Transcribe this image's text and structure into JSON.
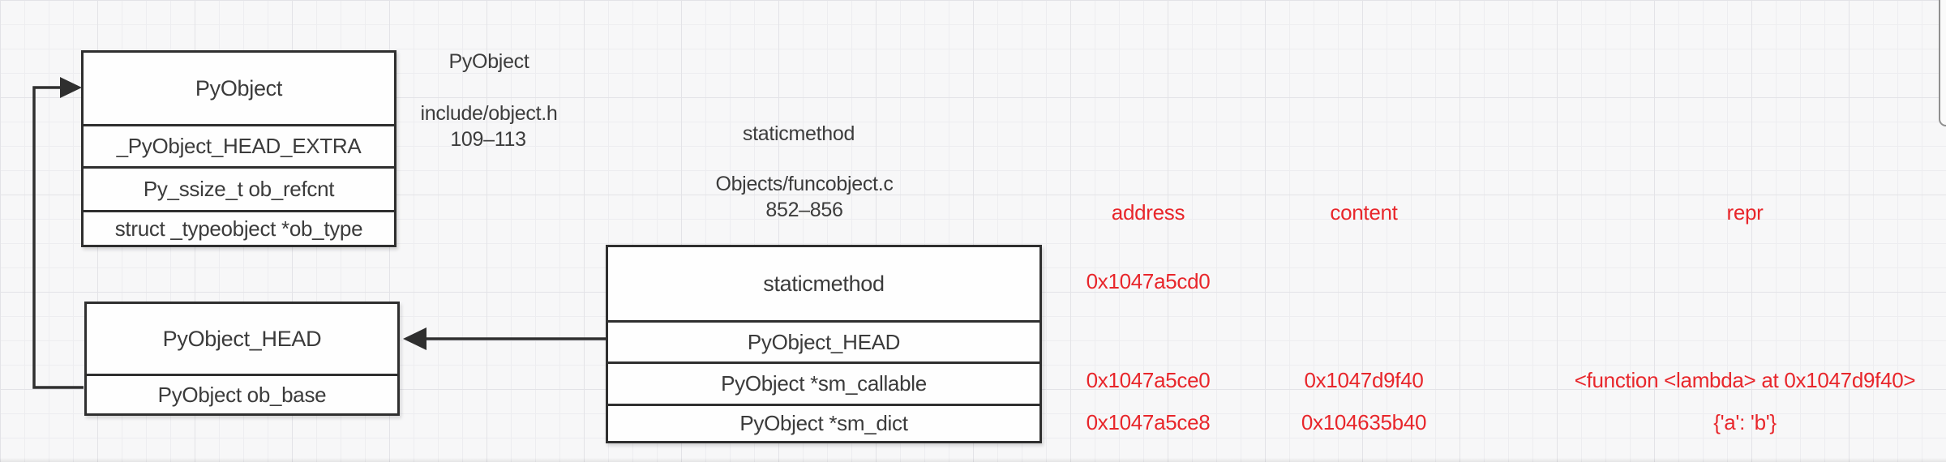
{
  "colors": {
    "accent_red": "#e8262b",
    "stroke": "#2f2f2f",
    "box_fill": "#fefefe",
    "canvas_bg": "#f7f7f8"
  },
  "boxes": [
    {
      "id": "pyobject",
      "title": "PyObject",
      "rows": [
        "_PyObject_HEAD_EXTRA",
        "Py_ssize_t ob_refcnt",
        "struct _typeobject *ob_type"
      ]
    },
    {
      "id": "pyobject-head",
      "title": "PyObject_HEAD",
      "rows": [
        "PyObject ob_base"
      ]
    },
    {
      "id": "staticmethod",
      "title": "staticmethod",
      "rows": [
        "PyObject_HEAD",
        "PyObject *sm_callable",
        "PyObject *sm_dict"
      ]
    }
  ],
  "annotations": [
    {
      "id": "pyobject-source",
      "title": "PyObject",
      "file": "include/object.h",
      "lines": "109–113"
    },
    {
      "id": "staticmethod-source",
      "title": "staticmethod",
      "file": "Objects/funcobject.c",
      "lines": "852–856"
    }
  ],
  "memory_table": {
    "headers": {
      "address": "address",
      "content": "content",
      "repr": "repr"
    },
    "rows": [
      {
        "address": "0x1047a5cd0",
        "content": "",
        "repr": ""
      },
      {
        "address": "0x1047a5ce0",
        "content": "0x1047d9f40",
        "repr": "<function <lambda> at 0x1047d9f40>"
      },
      {
        "address": "0x1047a5ce8",
        "content": "0x104635b40",
        "repr": "{'a': 'b'}"
      }
    ]
  }
}
